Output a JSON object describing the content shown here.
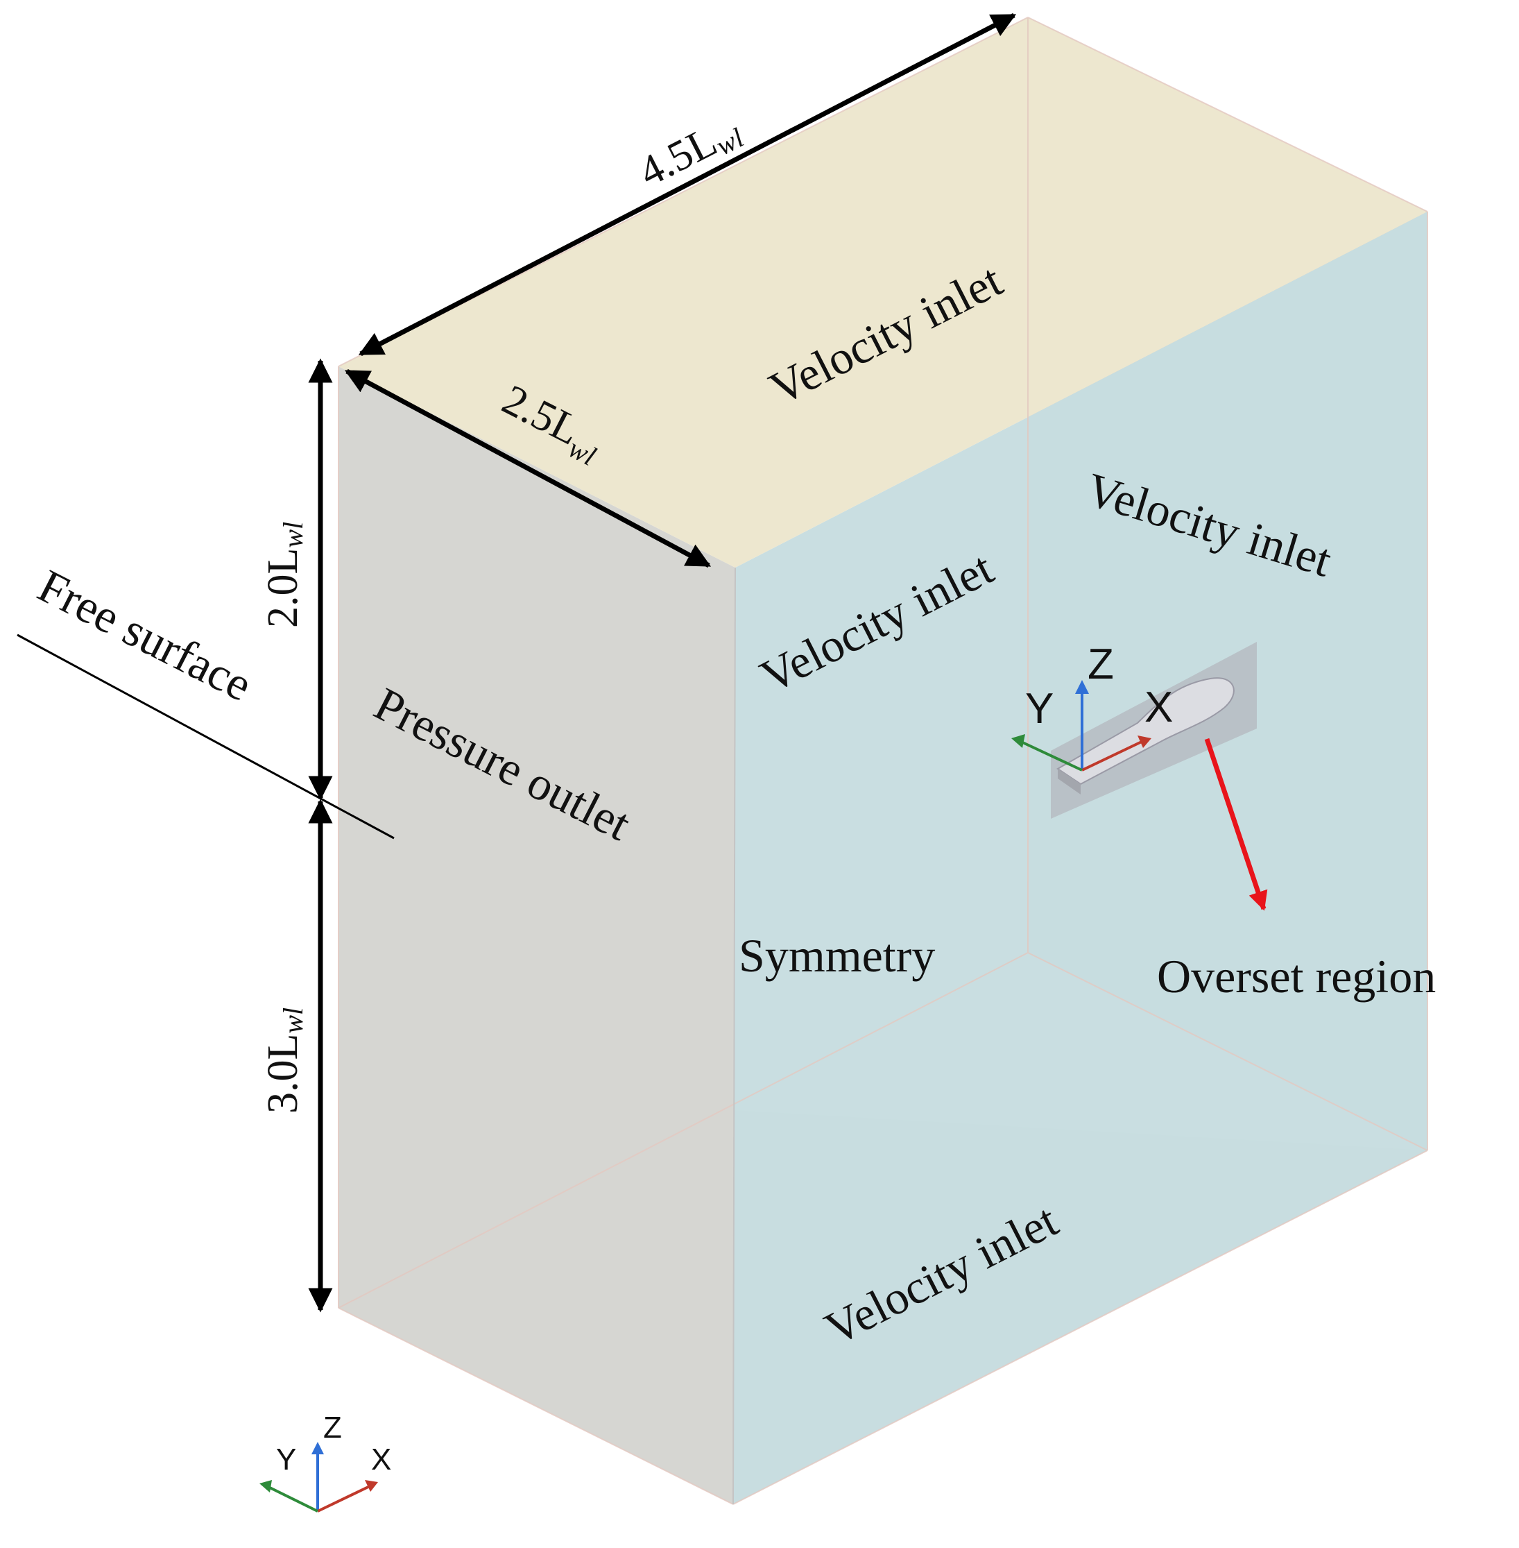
{
  "figure": {
    "boundaries": {
      "top": "Velocity inlet",
      "right_back": "Velocity inlet",
      "right_front": "Velocity inlet",
      "front_left": "Pressure outlet",
      "symmetry": "Symmetry",
      "bottom": "Velocity inlet"
    },
    "free_surface": "Free surface",
    "overset": "Overset region",
    "dimensions": {
      "length": {
        "value": "4.5L",
        "sub": "wl"
      },
      "width": {
        "value": "2.5L",
        "sub": "wl"
      },
      "height_upper": {
        "value": "2.0L",
        "sub": "wl"
      },
      "height_lower": {
        "value": "3.0L",
        "sub": "wl"
      }
    },
    "local_axes": {
      "x": "X",
      "y": "Y",
      "z": "Z"
    },
    "global_axes": {
      "x": "X",
      "y": "Y",
      "z": "Z"
    },
    "colors": {
      "face_top": "#ede7cf",
      "face_left": "#d6d6d2",
      "face_front": "#c7dde0",
      "face_back": "#c4cdd6",
      "face_bottom": "#cfe0dc",
      "overset_arrow": "#e8141b",
      "axis_x": "#c0392b",
      "axis_y": "#2e8b3a",
      "axis_z": "#2f6fd6"
    }
  }
}
